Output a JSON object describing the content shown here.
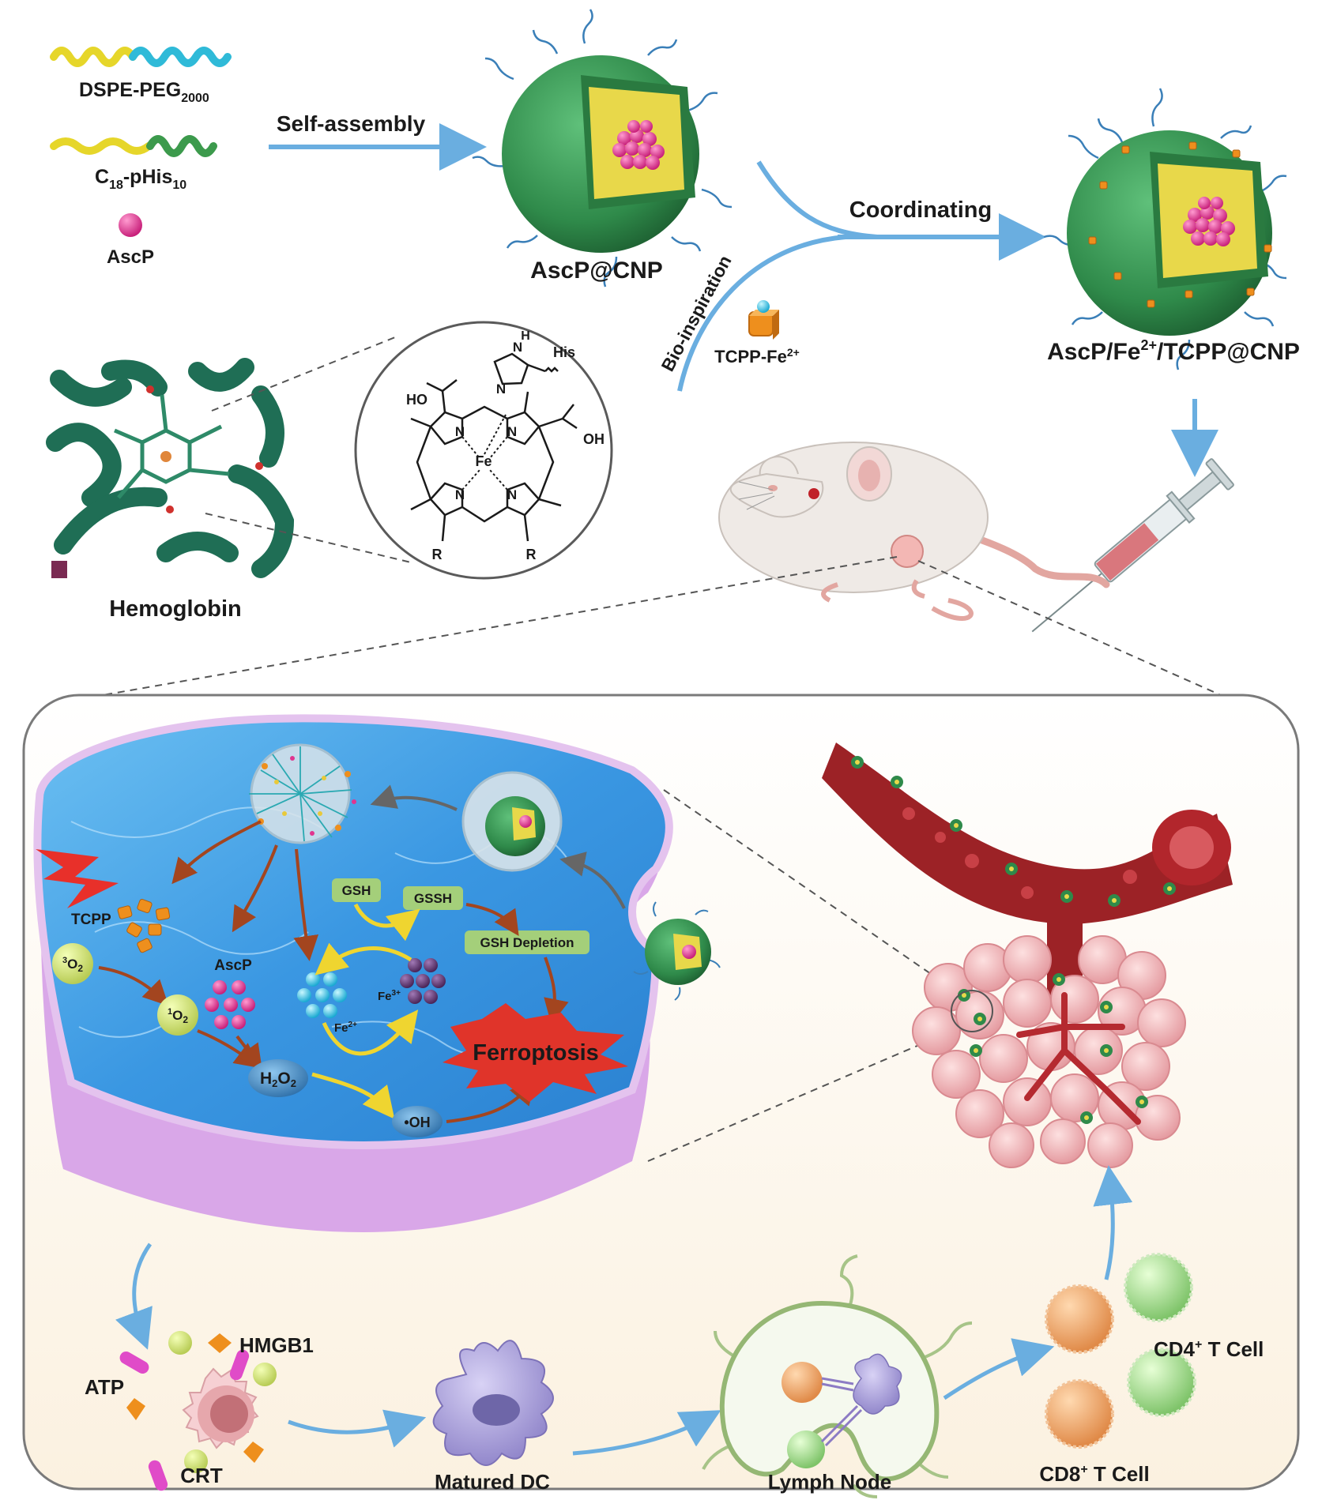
{
  "top": {
    "components": {
      "dspe_peg": "DSPE-PEG",
      "dspe_peg_sub": "2000",
      "c18_prefix": "C",
      "c18_sub1": "18",
      "c18_mid": "-pHis",
      "c18_sub2": "10",
      "ascp": "AscP"
    },
    "self_assembly": "Self-assembly",
    "ascp_cnp": "AscP@CNP",
    "coordinating": "Coordinating",
    "bio_inspiration": "Bio-inspiration",
    "tcpp_fe_base": "TCPP-Fe",
    "tcpp_fe_sup": "2+",
    "final_np_pre": "AscP/Fe",
    "final_np_sup": "2+",
    "final_np_post": "/TCPP@CNP",
    "hemoglobin": "Hemoglobin"
  },
  "structure": {
    "his": "His",
    "fe": "Fe",
    "ho": "HO",
    "oh": "OH",
    "nh": "H",
    "n": "N",
    "r": "R"
  },
  "cell": {
    "tcpp": "TCPP",
    "o2_triplet_sup": "3",
    "o2_singlet_sup": "1",
    "o2": "O",
    "o2_sub": "2",
    "ascp": "AscP",
    "fe2": "Fe",
    "fe2_sup": "2+",
    "fe3": "Fe",
    "fe3_sup": "3+",
    "h2o2": "H",
    "h2o2_sub": "2",
    "h2o2_post": "O",
    "h2o2_sub2": "2",
    "oh_radical": "•OH",
    "gsh": "GSH",
    "gssh": "GSSH",
    "gsh_depletion": "GSH Depletion",
    "ferroptosis": "Ferroptosis"
  },
  "immune": {
    "atp": "ATP",
    "hmgb1": "HMGB1",
    "crt": "CRT",
    "matured_dc": "Matured DC",
    "lymph_node": "Lymph Node",
    "cd4_pre": "CD4",
    "cd4_sup": "+",
    "cd4_post": " T Cell",
    "cd8_pre": "CD8",
    "cd8_sup": "+",
    "cd8_post": " T Cell"
  },
  "colors": {
    "np_green": "#2f8a4a",
    "np_core_yellow": "#e8d84a",
    "drug_pink": "#e0358f",
    "arrow_blue": "#6aaee0",
    "arrow_brown": "#a3451f",
    "arrow_yellow": "#efd530",
    "cell_blue": "#4fa7e8",
    "cell_membrane": "#d9a7e8",
    "vessel_red": "#9c2226",
    "tumor_pink": "#f0b5b8",
    "ferroptosis_red": "#e0342a",
    "hemoglobin_green": "#1f6e55"
  }
}
